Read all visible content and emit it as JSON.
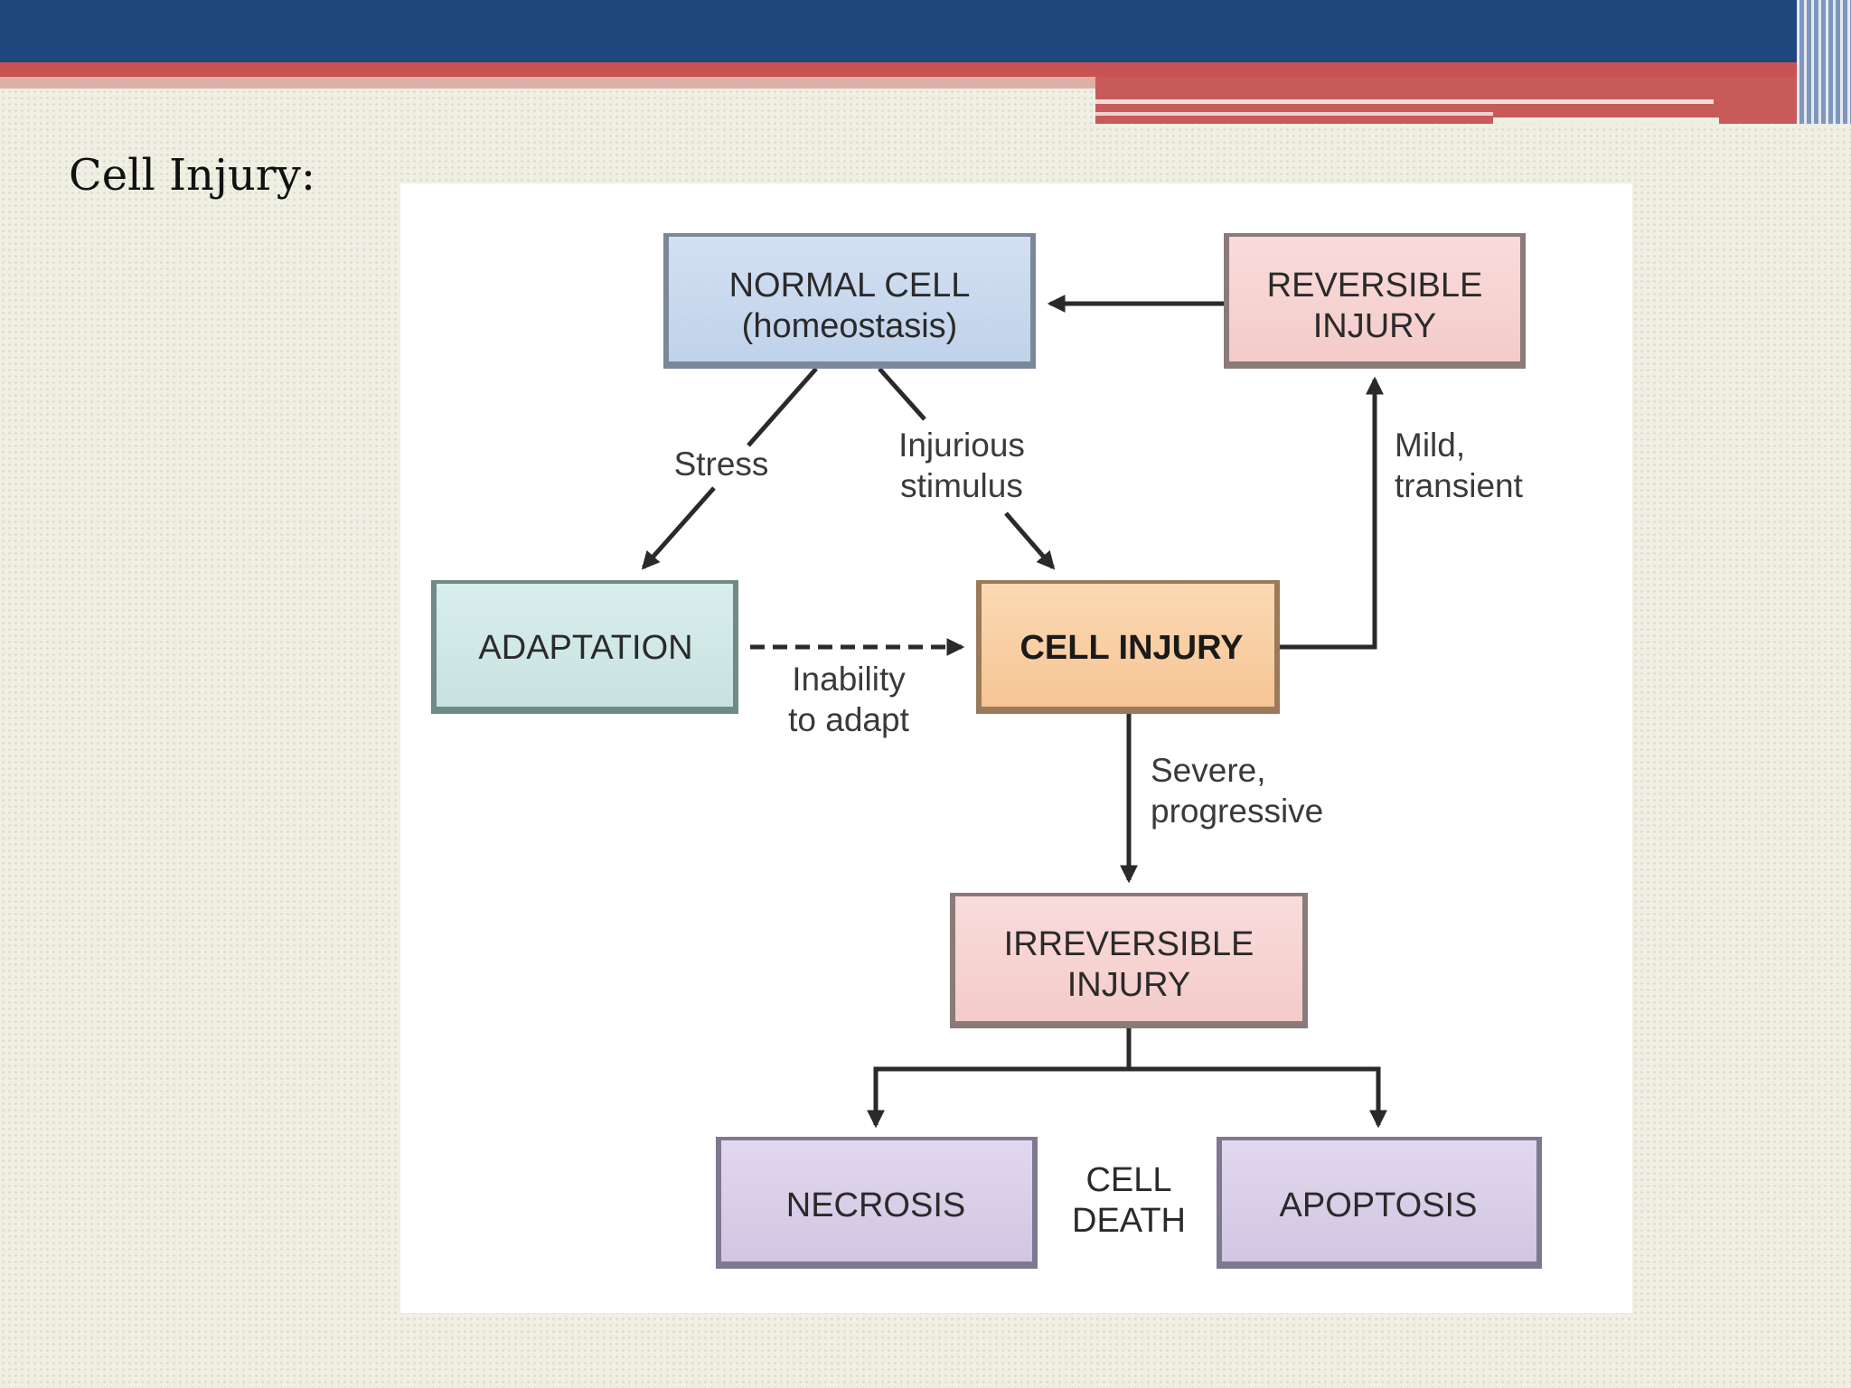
{
  "slide": {
    "title": "Cell Injury:"
  },
  "boxes": {
    "normal_cell": {
      "line1": "NORMAL CELL",
      "line2": "(homeostasis)"
    },
    "reversible_injury": {
      "line1": "REVERSIBLE",
      "line2": "INJURY"
    },
    "adaptation": {
      "line1": "ADAPTATION"
    },
    "cell_injury": {
      "line1": "CELL INJURY"
    },
    "irreversible_injury": {
      "line1": "IRREVERSIBLE",
      "line2": "INJURY"
    },
    "necrosis": {
      "line1": "NECROSIS"
    },
    "apoptosis": {
      "line1": "APOPTOSIS"
    }
  },
  "labels": {
    "stress": "Stress",
    "injurious_1": "Injurious",
    "injurious_2": "stimulus",
    "mild_1": "Mild,",
    "mild_2": "transient",
    "inability_1": "Inability",
    "inability_2": "to adapt",
    "severe_1": "Severe,",
    "severe_2": "progressive",
    "cell_death_1": "CELL",
    "cell_death_2": "DEATH"
  },
  "colors": {
    "header_blue": "#20477d",
    "header_red": "#c85252",
    "normal_cell": "#c7d7ed",
    "reversible": "#f6d2d0",
    "adaptation": "#cfe7e5",
    "cell_injury": "#f8cca0",
    "irreversible": "#f6d2d0",
    "cell_death": "#d8cde6"
  }
}
